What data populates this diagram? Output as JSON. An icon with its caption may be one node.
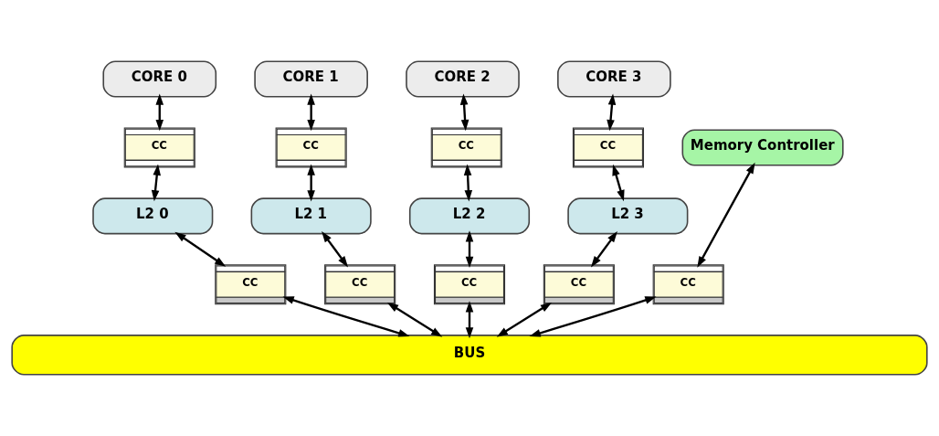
{
  "diagram": {
    "nodes": [
      {
        "text": [
          "CORE 0"
        ]
      },
      {
        "text": [
          "CORE 1"
        ]
      },
      {
        "text": [
          "CORE 2"
        ]
      },
      {
        "text": [
          "CORE 3"
        ]
      },
      {
        "text": [
          "CC"
        ]
      },
      {
        "text": [
          "CC"
        ]
      },
      {
        "text": [
          "CC"
        ]
      },
      {
        "text": [
          "CC"
        ]
      },
      {
        "text": [
          "Memory Controller"
        ]
      },
      {
        "text": [
          "L2 0"
        ]
      },
      {
        "text": [
          "L2 1"
        ]
      },
      {
        "text": [
          "L2 2"
        ]
      },
      {
        "text": [
          "L2 3"
        ]
      },
      {
        "text": [
          "CC"
        ]
      },
      {
        "text": [
          "CC"
        ]
      },
      {
        "text": [
          "CC"
        ]
      },
      {
        "text": [
          "CC"
        ]
      },
      {
        "text": [
          "CC"
        ]
      },
      {
        "text": [
          "BUS"
        ]
      }
    ],
    "edges": [
      {
        "from": 0,
        "to": 4,
        "arrow": "both"
      },
      {
        "from": 1,
        "to": 5,
        "arrow": "both"
      },
      {
        "from": 2,
        "to": 6,
        "arrow": "both"
      },
      {
        "from": 3,
        "to": 7,
        "arrow": "both"
      },
      {
        "from": 4,
        "to": 9,
        "arrow": "both"
      },
      {
        "from": 5,
        "to": 10,
        "arrow": "both"
      },
      {
        "from": 6,
        "to": 11,
        "arrow": "both"
      },
      {
        "from": 7,
        "to": 12,
        "arrow": "both"
      },
      {
        "from": 8,
        "to": 17,
        "arrow": "both"
      },
      {
        "from": 9,
        "to": 13,
        "arrow": "both"
      },
      {
        "from": 10,
        "to": 14,
        "arrow": "both"
      },
      {
        "from": 11,
        "to": 15,
        "arrow": "both"
      },
      {
        "from": 12,
        "to": 16,
        "arrow": "both"
      },
      {
        "from": 13,
        "to": 18,
        "arrow": "both"
      },
      {
        "from": 14,
        "to": 18,
        "arrow": "both"
      },
      {
        "from": 15,
        "to": 18,
        "arrow": "both"
      },
      {
        "from": 16,
        "to": 18,
        "arrow": "both"
      },
      {
        "from": 17,
        "to": 18,
        "arrow": "both"
      }
    ]
  }
}
